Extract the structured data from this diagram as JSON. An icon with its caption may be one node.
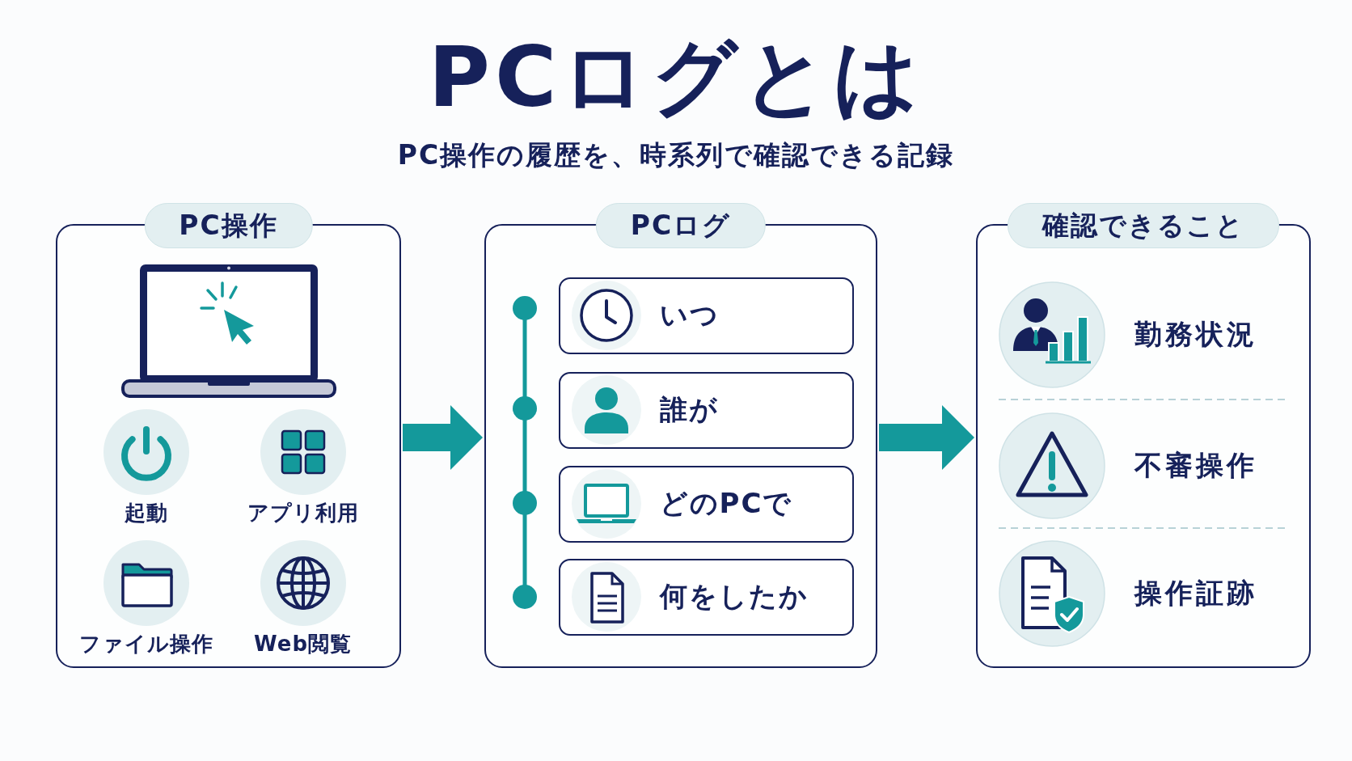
{
  "diagram": {
    "title": "PCログとは",
    "nodes": [
      {
        "text": [
          "PC操作"
        ]
      },
      {
        "text": [
          "起動"
        ],
        "in": 0
      },
      {
        "text": [
          "アプリ利用"
        ],
        "in": 0
      },
      {
        "text": [
          "ファイル操作"
        ],
        "in": 0
      },
      {
        "text": [
          "Web閲覧"
        ],
        "in": 0
      },
      {
        "text": [
          "PCログ"
        ]
      },
      {
        "text": [
          "いつ"
        ],
        "in": 5
      },
      {
        "text": [
          "誰が"
        ],
        "in": 5
      },
      {
        "text": [
          "どのPCで"
        ],
        "in": 5
      },
      {
        "text": [
          "何をしたか"
        ],
        "in": 5
      },
      {
        "text": [
          "確認できること"
        ]
      },
      {
        "text": [
          "勤務状況"
        ],
        "in": 10
      },
      {
        "text": [
          "不審操作"
        ],
        "in": 10
      },
      {
        "text": [
          "操作証跡"
        ],
        "in": 10
      }
    ],
    "edges": [
      {
        "from": 0,
        "to": 5,
        "arrow": "to"
      },
      {
        "from": 5,
        "to": 10,
        "arrow": "to"
      }
    ],
    "labels": [
      "PC操作の履歴を、時系列で確認できる記録"
    ]
  }
}
